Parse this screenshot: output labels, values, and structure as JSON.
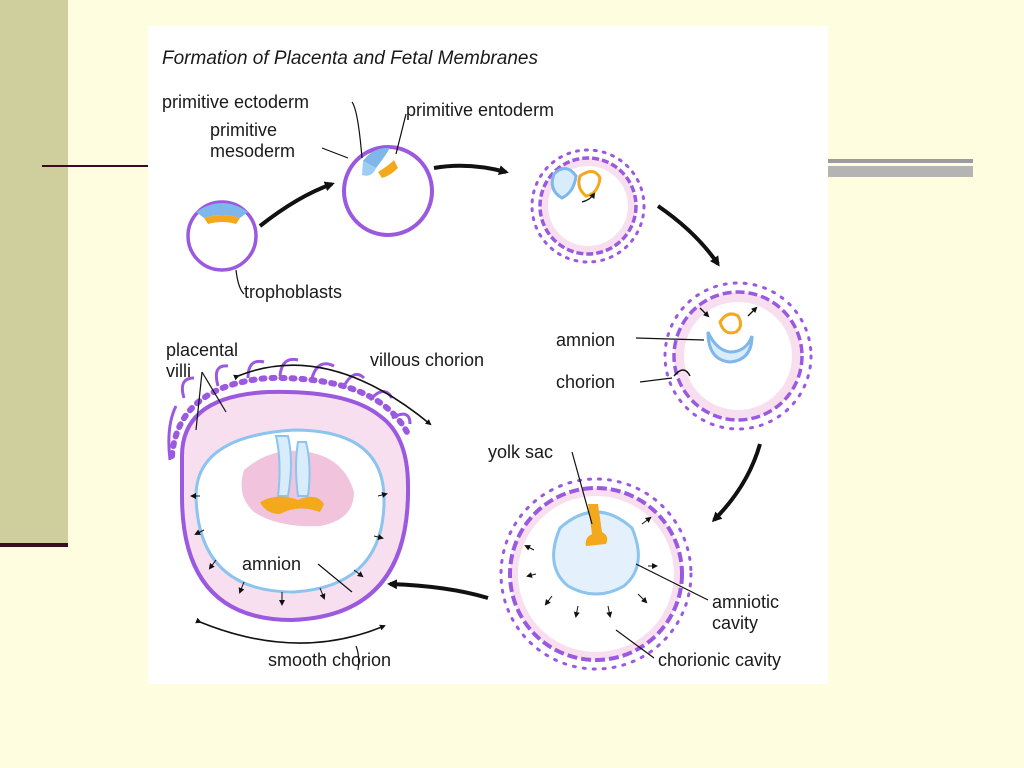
{
  "diagram": {
    "title": "Formation of Placenta and Fetal Membranes",
    "labels": {
      "primitive_ectoderm": "primitive ectoderm",
      "primitive_entoderm": "primitive entoderm",
      "primitive_mesoderm_1": "primitive",
      "primitive_mesoderm_2": "mesoderm",
      "trophoblasts": "trophoblasts",
      "amnion_stage4": "amnion",
      "chorion": "chorion",
      "placental_villi_1": "placental",
      "placental_villi_2": "villi",
      "villous_chorion": "villous chorion",
      "yolk_sac": "yolk sac",
      "amnion_final": "amnion",
      "amniotic_cavity_1": "amniotic",
      "amniotic_cavity_2": "cavity",
      "chorionic_cavity": "chorionic cavity",
      "smooth_chorion": "smooth chorion"
    },
    "colors": {
      "trophoblast": "#9b59e0",
      "cytotrophoblast_fill": "#f8dff0",
      "ectoderm": "#7fb7ea",
      "entoderm": "#f4a91c",
      "amnion": "#8cc4ee",
      "embryo": "#f2c3dc",
      "slide_background": "#fffde0",
      "side_panel": "#cfcf9e",
      "accent_rule": "#3a0b22"
    }
  }
}
